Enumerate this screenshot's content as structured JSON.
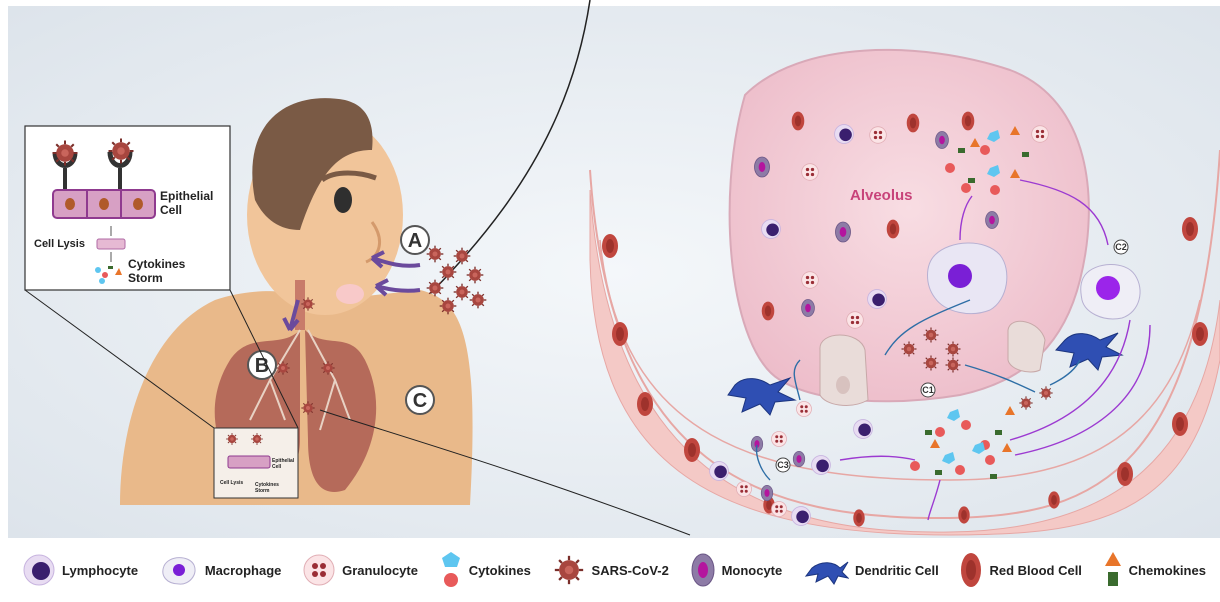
{
  "labels": {
    "epithelial_cell": [
      "Epithelial",
      "Cell"
    ],
    "cell_lysis": "Cell Lysis",
    "cytokines_storm": [
      "Cytokines",
      "Storm"
    ],
    "small_epithelial": [
      "Epithelial",
      "Cell"
    ],
    "small_cell_lysis": "Cell Lysis",
    "small_cytokines": [
      "Cytokines",
      "Storm"
    ],
    "alveolus": "Alveolus",
    "marker_a": "A",
    "marker_b": "B",
    "marker_c": "C",
    "c1": "C1",
    "c2": "C2",
    "c3": "C3"
  },
  "legend": [
    {
      "icon": "lymphocyte-icon",
      "label": "Lymphocyte"
    },
    {
      "icon": "macrophage-icon",
      "label": "Macrophage"
    },
    {
      "icon": "granulocyte-icon",
      "label": "Granulocyte"
    },
    {
      "icon": "cytokines-icon",
      "label": "Cytokines"
    },
    {
      "icon": "sars-cov-2-icon",
      "label": "SARS-CoV-2"
    },
    {
      "icon": "monocyte-icon",
      "label": "Monocyte"
    },
    {
      "icon": "dendritic-cell-icon",
      "label": "Dendritic Cell"
    },
    {
      "icon": "red-blood-cell-icon",
      "label": "Red Blood Cell"
    },
    {
      "icon": "chemokines-icon",
      "label": "Chemokines"
    }
  ],
  "colors": {
    "background": "#e9eef3",
    "skin": "#e9b98a",
    "hair": "#7a5a45",
    "arrow": "#6b4a9c",
    "alveolus": "#f3cfd8",
    "vessel": "#f4c9c6",
    "rbc": "#c0463e",
    "virus": "#a8463f",
    "cytokine_blue": "#5ec6f0",
    "cytokine_red": "#e85a5a",
    "chemokine_orange": "#e8752a",
    "chemokine_green": "#3a6b2e",
    "dendritic": "#2f4fb3",
    "lymphocyte": "#3a1f6e",
    "monocyte": "#7a5c96"
  }
}
